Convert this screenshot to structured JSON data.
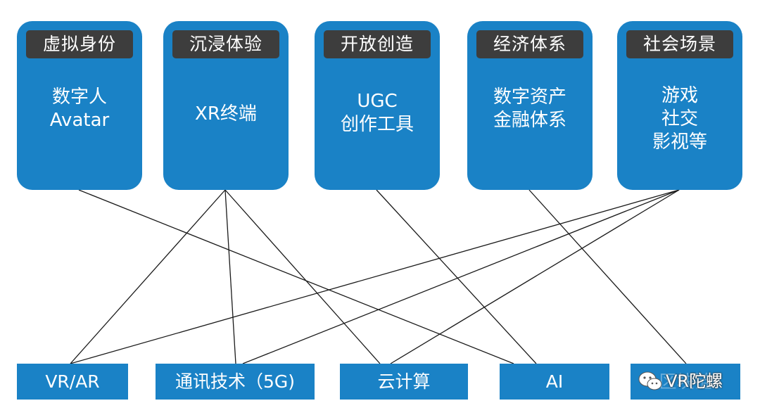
{
  "layers": [
    {
      "header": "虚拟身份",
      "lines": [
        "数字人",
        "Avatar"
      ]
    },
    {
      "header": "沉浸体验",
      "lines": [
        "XR终端"
      ]
    },
    {
      "header": "开放创造",
      "lines": [
        "UGC",
        "创作工具"
      ]
    },
    {
      "header": "经济体系",
      "lines": [
        "数字资产",
        "金融体系"
      ]
    },
    {
      "header": "社会场景",
      "lines": [
        "游戏",
        "社交",
        "影视等"
      ]
    }
  ],
  "technologies": [
    "VR/AR",
    "通讯技术（5G)",
    "云计算",
    "AI",
    "区块链"
  ],
  "watermark": {
    "text": "VR陀螺"
  },
  "colors": {
    "box": "#1a82c6",
    "header": "#3d3d3d",
    "line": "#1a1a1a"
  }
}
